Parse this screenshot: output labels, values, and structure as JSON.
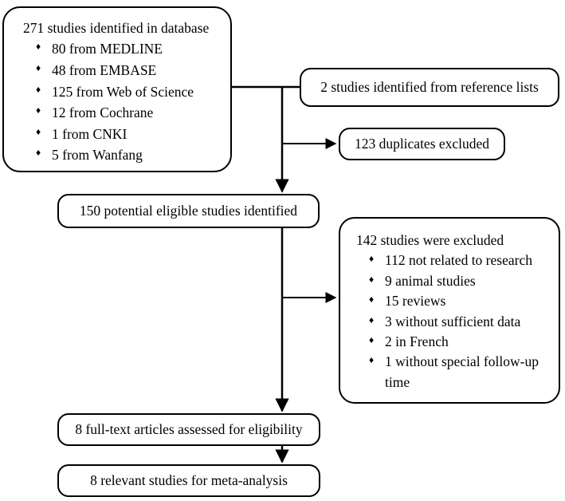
{
  "diagram": {
    "type": "prisma-flow-diagram",
    "bullet_glyph": "♦",
    "line_color": "#000000",
    "background_color": "#ffffff"
  },
  "nodes": {
    "identified": {
      "title": "271 studies identified in database",
      "items": [
        "80 from MEDLINE",
        "48 from EMBASE",
        "125 from Web of Science",
        "12 from Cochrane",
        "1 from CNKI",
        "5 from Wanfang"
      ]
    },
    "reference": {
      "title": "2 studies identified from reference lists"
    },
    "duplicates": {
      "title": "123 duplicates excluded"
    },
    "potential": {
      "title": "150 potential eligible studies identified"
    },
    "excluded": {
      "title": "142 studies were excluded",
      "items": [
        "112 not related to research",
        "9 animal studies",
        "15 reviews",
        "3 without sufficient data",
        "2 in French",
        "1 without special follow-up time"
      ]
    },
    "fulltext": {
      "title": "8 full-text articles assessed for eligibility"
    },
    "relevant": {
      "title": "8 relevant studies for meta-analysis"
    }
  }
}
